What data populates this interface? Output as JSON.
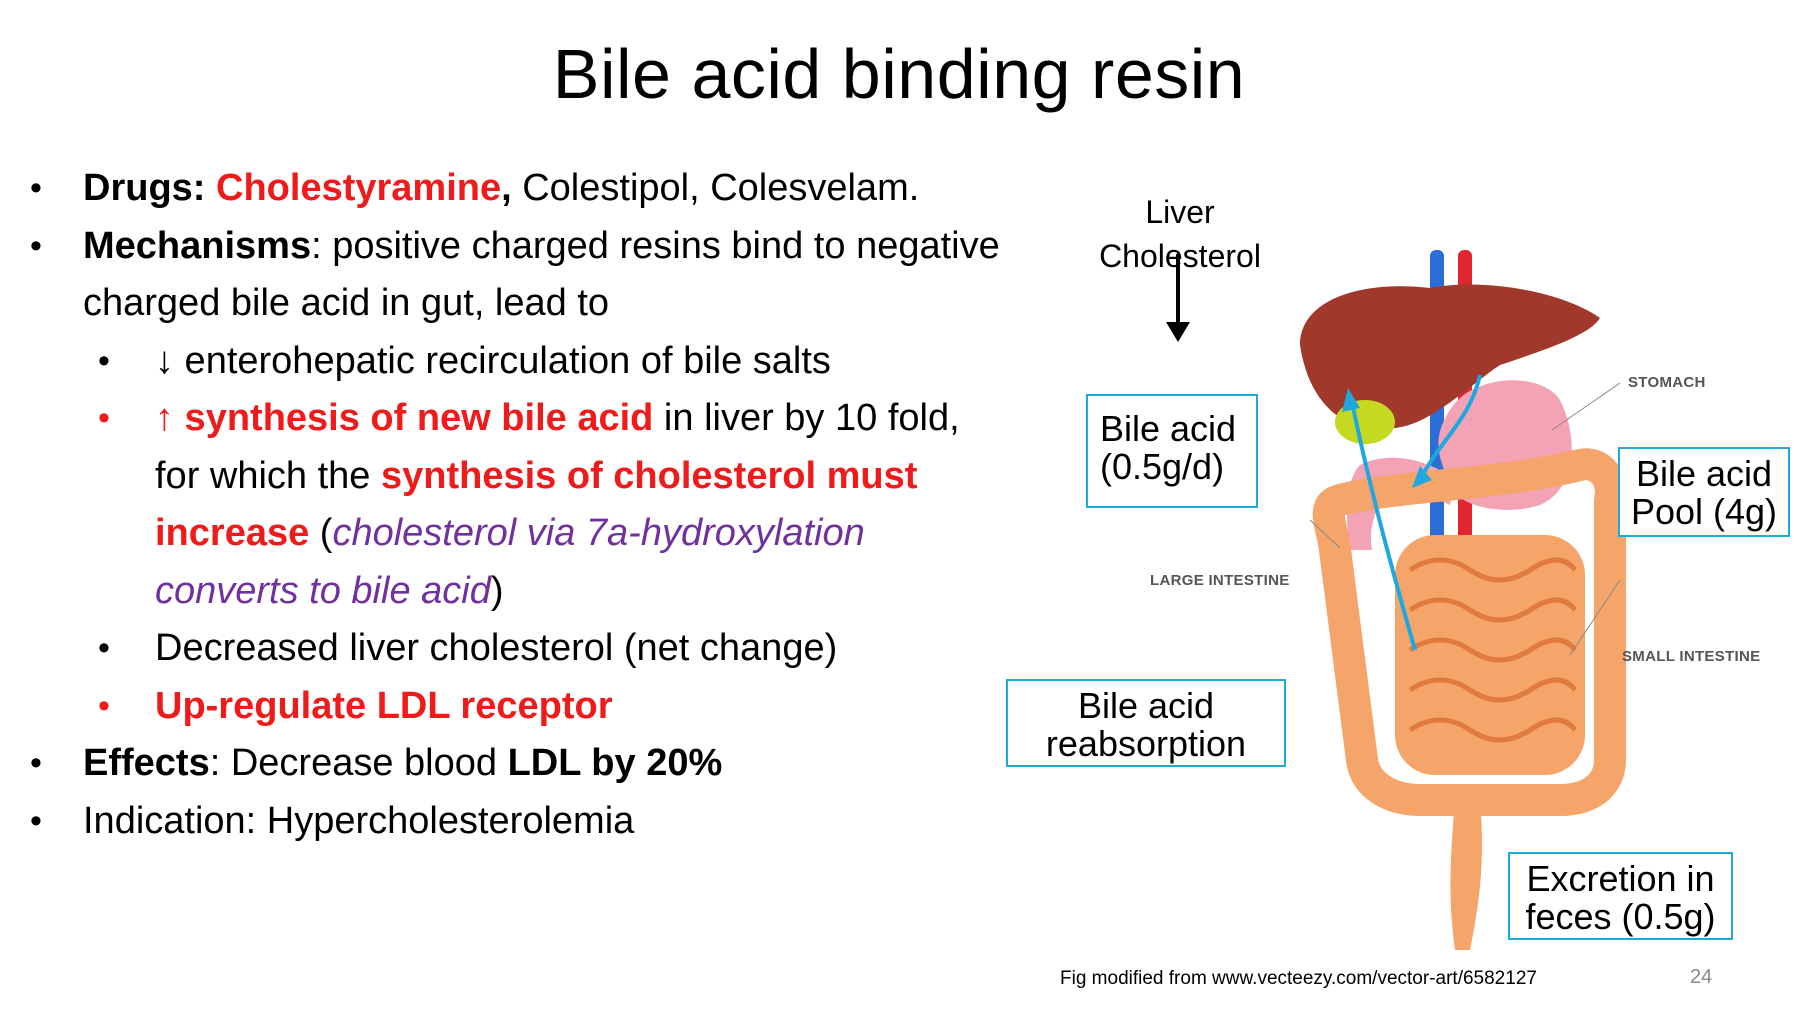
{
  "slide": {
    "title": "Bile acid binding resin",
    "page_number": "24",
    "credit": "Fig modified from www.vecteezy.com/vector-art/6582127"
  },
  "bullets": {
    "drugs": {
      "label": "Drugs:",
      "drug_highlight": "Cholestyramine",
      "comma": ",",
      "rest": " Colestipol, Colesvelam."
    },
    "mechanisms": {
      "label": "Mechanisms",
      "text": ": positive charged resins bind to negative charged bile acid in gut, lead to"
    },
    "sub1": {
      "arrow": "↓",
      "text": " enterohepatic recirculation of bile salts"
    },
    "sub2": {
      "arrow": "↑",
      "bold_red_1": " synthesis of new bile acid",
      "text_1": " in liver by 10 fold, for which the ",
      "bold_red_2": "synthesis of cholesterol must increase",
      "paren_open": " (",
      "italic": "cholesterol via 7a-hydroxylation converts to bile acid",
      "paren_close": ")"
    },
    "sub3": {
      "text": "Decreased liver cholesterol (net change)"
    },
    "sub4": {
      "text": "Up-regulate LDL receptor"
    },
    "effects": {
      "label": "Effects",
      "text": ": Decrease blood ",
      "bold": "LDL by 20%"
    },
    "indication": {
      "text": "Indication: Hypercholesterolemia"
    }
  },
  "figure": {
    "liver_cholesterol_line1": "Liver",
    "liver_cholesterol_line2": "Cholesterol",
    "bile_acid_line1": "Bile acid",
    "bile_acid_line2": "(0.5g/d)",
    "pool_line1": "Bile acid",
    "pool_line2": "Pool (4g)",
    "reabsorption_line1": "Bile acid",
    "reabsorption_line2": "reabsorption",
    "excretion_line1": "Excretion in",
    "excretion_line2": "feces (0.5g)",
    "organ_labels": {
      "stomach": "STOMACH",
      "large_intestine": "LARGE INTESTINE",
      "small_intestine": "SMALL INTESTINE"
    }
  },
  "colors": {
    "highlight_red": "#ef1b1b",
    "italic_purple": "#7030a0",
    "box_border": "#1fa9d8",
    "liver": "#a0382b",
    "intestine": "#f5a56a",
    "stomach": "#f4a3b4",
    "arrow_blue": "#1ea7e1"
  }
}
